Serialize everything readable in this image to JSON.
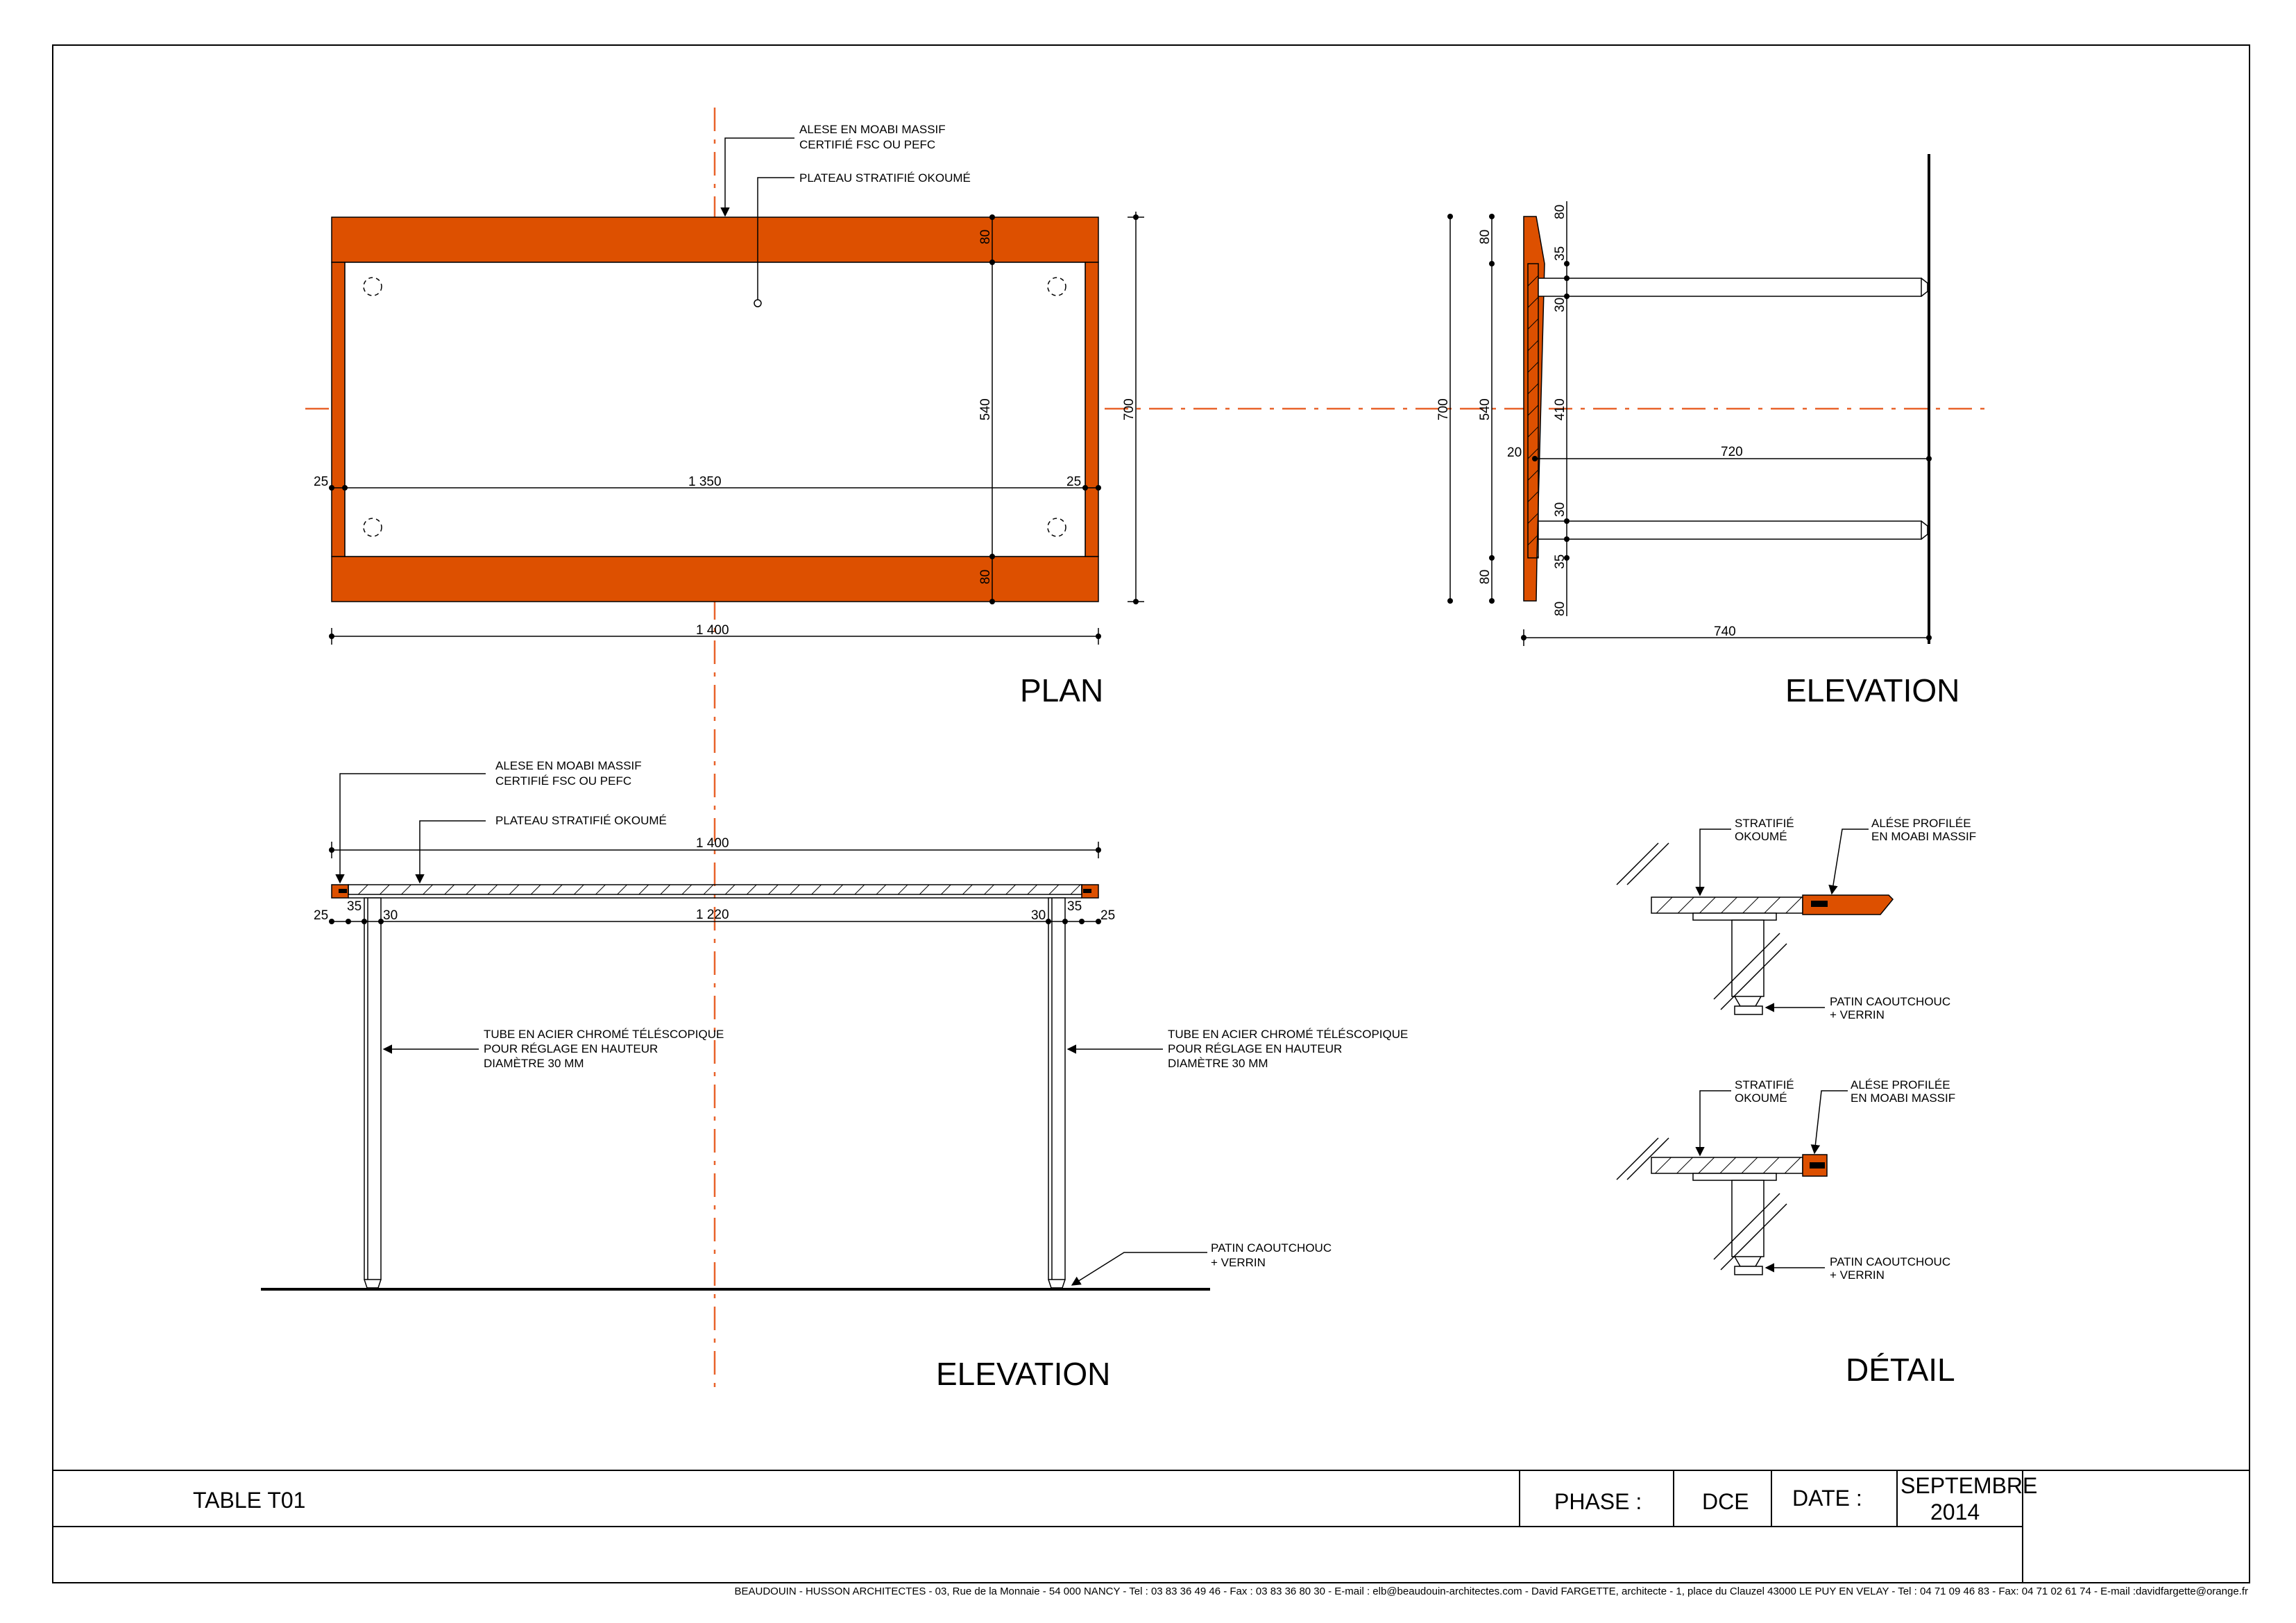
{
  "colors": {
    "wood": "#dd5000",
    "axis": "#e8622a",
    "line": "#000000",
    "paper": "#ffffff"
  },
  "plan": {
    "title": "PLAN",
    "callout_alese_1": "ALESE EN MOABI MASSIF",
    "callout_alese_2": "CERTIFIÉ FSC OU PEFC",
    "callout_plateau": "PLATEAU STRATIFIÉ OKOUMÉ",
    "dim_total_width": "1 400",
    "dim_inner_width": "1 350",
    "dim_edge_left": "25",
    "dim_edge_right": "25",
    "dim_depth": "700",
    "dim_inner_depth": "540",
    "dim_band_top": "80",
    "dim_band_bottom": "80"
  },
  "side_elevation": {
    "title": "ELEVATION",
    "dim_700": "700",
    "dim_540": "540",
    "dim_80_top": "80",
    "dim_80_bottom": "80",
    "dim_r_80_top": "80",
    "dim_r_35_top": "35",
    "dim_r_30_top": "30",
    "dim_r_410": "410",
    "dim_r_30_bottom": "30",
    "dim_r_35_bottom": "35",
    "dim_r_80_bottom": "80",
    "dim_20": "20",
    "dim_720": "720",
    "dim_740": "740"
  },
  "front_elevation": {
    "title": "ELEVATION",
    "callout_alese_1": "ALESE EN MOABI MASSIF",
    "callout_alese_2": "CERTIFIÉ FSC OU PEFC",
    "callout_plateau": "PLATEAU STRATIFIÉ OKOUMÉ",
    "dim_total": "1 400",
    "dim_inner": "1 220",
    "dim_25_left": "25",
    "dim_35_left": "35",
    "dim_30_left": "30",
    "dim_30_right": "30",
    "dim_35_right": "35",
    "dim_25_right": "25",
    "tube_left_1": "TUBE EN ACIER CHROMÉ TÉLÉSCOPIQUE",
    "tube_left_2": "POUR RÉGLAGE EN HAUTEUR",
    "tube_left_3": "DIAMÈTRE 30 MM",
    "tube_right_1": "TUBE EN ACIER CHROMÉ TÉLÉSCOPIQUE",
    "tube_right_2": "POUR RÉGLAGE EN HAUTEUR",
    "tube_right_3": "DIAMÈTRE 30 MM",
    "patin_1": "PATIN CAOUTCHOUC",
    "patin_2": "+ VERRIN"
  },
  "detail": {
    "title": "DÉTAIL",
    "a_stratifie_1": "STRATIFIÉ",
    "a_stratifie_2": "OKOUMÉ",
    "a_alese_1": "ALÉSE PROFILÉE",
    "a_alese_2": "EN MOABI MASSIF",
    "a_patin_1": "PATIN CAOUTCHOUC",
    "a_patin_2": "+ VERRIN",
    "b_stratifie_1": "STRATIFIÉ",
    "b_stratifie_2": "OKOUMÉ",
    "b_alese_1": "ALÉSE PROFILÉE",
    "b_alese_2": "EN MOABI MASSIF",
    "b_patin_1": "PATIN CAOUTCHOUC",
    "b_patin_2": "+ VERRIN"
  },
  "cartouche": {
    "project": "TABLE T01",
    "phase_label": "PHASE :",
    "phase_value": "DCE",
    "date_label": "DATE :",
    "date_month": "SEPTEMBRE",
    "date_year": "2014",
    "footer": "BEAUDOUIN - HUSSON ARCHITECTES - 03, Rue de la Monnaie - 54 000  NANCY - Tel : 03 83 36 49 46 - Fax : 03 83 36 80 30 - E-mail : elb@beaudouin-architectes.com - David FARGETTE, architecte - 1, place du Clauzel 43000 LE PUY EN VELAY - Tel : 04 71 09 46 83 - Fax: 04 71 02 61 74 - E-mail :davidfargette@orange.fr"
  }
}
